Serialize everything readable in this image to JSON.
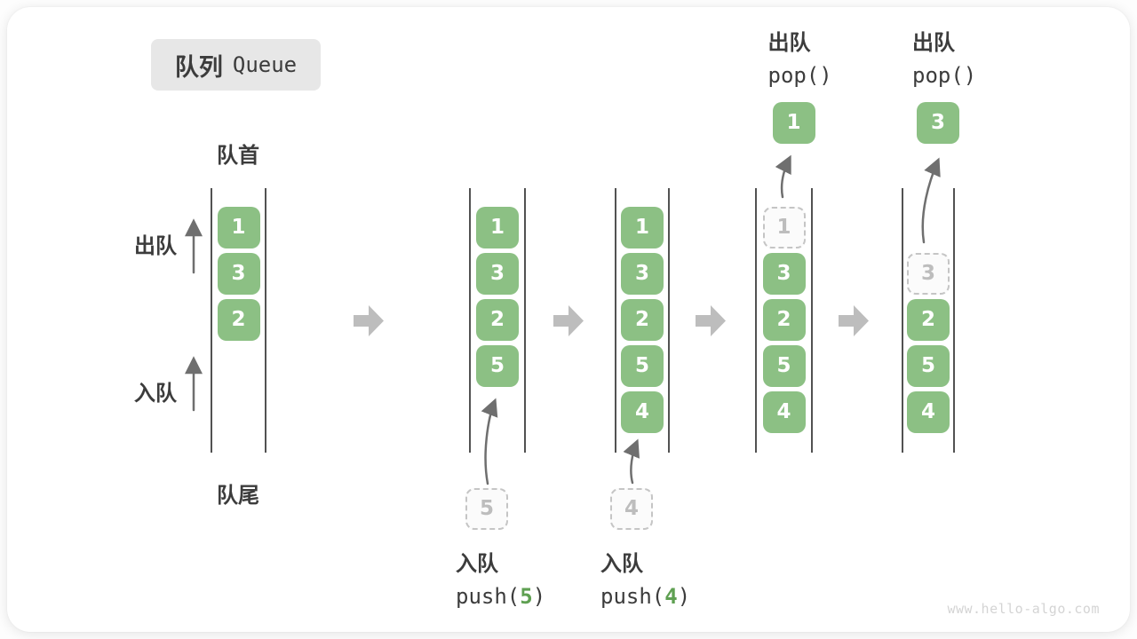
{
  "title": {
    "zh": "队列",
    "en": "Queue"
  },
  "labels": {
    "front": "队首",
    "rear": "队尾",
    "dequeue": "出队",
    "enqueue": "入队"
  },
  "watermark": "www.hello-algo.com",
  "colors": {
    "element_green": "#8CC084",
    "accent_green": "#5FA052",
    "dashed_border": "#C5C5C5",
    "dashed_text": "#BDBDBD",
    "arrow_gray": "#6F6F6F",
    "block_arrow_gray": "#BDBDBD",
    "text_dark": "#3C3C3C",
    "wall_gray": "#525252",
    "title_box_bg": "#E7E7E7",
    "watermark_gray": "#D4D4D4"
  },
  "states": [
    {
      "name": "initial-queue",
      "boxes": [
        {
          "value": "1",
          "slot": 0,
          "dashed": false
        },
        {
          "value": "3",
          "slot": 1,
          "dashed": false
        },
        {
          "value": "2",
          "slot": 2,
          "dashed": false
        }
      ]
    },
    {
      "name": "after-push-5",
      "boxes": [
        {
          "value": "1",
          "slot": 0,
          "dashed": false
        },
        {
          "value": "3",
          "slot": 1,
          "dashed": false
        },
        {
          "value": "2",
          "slot": 2,
          "dashed": false
        },
        {
          "value": "5",
          "slot": 3,
          "dashed": false
        }
      ],
      "incoming": {
        "value": "5"
      },
      "caption": {
        "action": "入队",
        "code_prefix": "push(",
        "code_arg": "5",
        "code_suffix": ")"
      }
    },
    {
      "name": "after-push-4",
      "boxes": [
        {
          "value": "1",
          "slot": 0,
          "dashed": false
        },
        {
          "value": "3",
          "slot": 1,
          "dashed": false
        },
        {
          "value": "2",
          "slot": 2,
          "dashed": false
        },
        {
          "value": "5",
          "slot": 3,
          "dashed": false
        },
        {
          "value": "4",
          "slot": 4,
          "dashed": false
        }
      ],
      "incoming": {
        "value": "4"
      },
      "caption": {
        "action": "入队",
        "code_prefix": "push(",
        "code_arg": "4",
        "code_suffix": ")"
      }
    },
    {
      "name": "after-pop-1",
      "boxes": [
        {
          "value": "1",
          "slot": 0,
          "dashed": true
        },
        {
          "value": "3",
          "slot": 1,
          "dashed": false
        },
        {
          "value": "2",
          "slot": 2,
          "dashed": false
        },
        {
          "value": "5",
          "slot": 3,
          "dashed": false
        },
        {
          "value": "4",
          "slot": 4,
          "dashed": false
        }
      ],
      "outgoing": {
        "value": "1"
      },
      "header": {
        "action": "出队",
        "code": "pop()"
      }
    },
    {
      "name": "after-pop-3",
      "boxes": [
        {
          "value": "3",
          "slot": 1,
          "dashed": true
        },
        {
          "value": "2",
          "slot": 2,
          "dashed": false
        },
        {
          "value": "5",
          "slot": 3,
          "dashed": false
        },
        {
          "value": "4",
          "slot": 4,
          "dashed": false
        }
      ],
      "outgoing": {
        "value": "3"
      },
      "header": {
        "action": "出队",
        "code": "pop()"
      }
    }
  ]
}
